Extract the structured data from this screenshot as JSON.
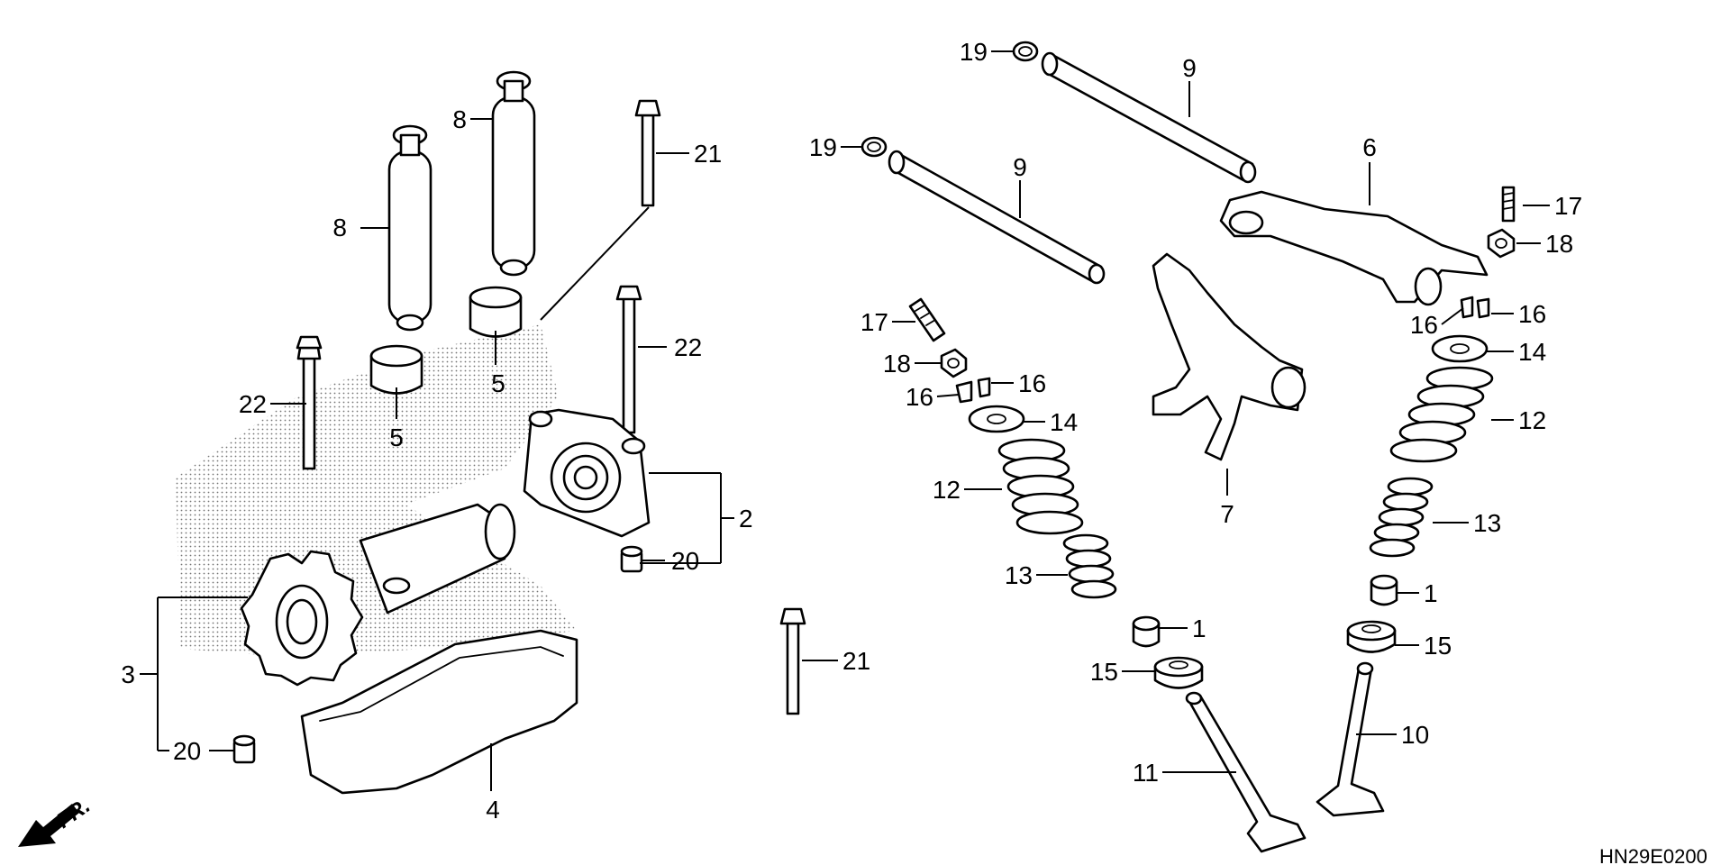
{
  "diagram_code": "HN29E0200",
  "front_marker": "FR.",
  "callouts": {
    "c1a": "1",
    "c1b": "1",
    "c2": "2",
    "c3": "3",
    "c4": "4",
    "c5a": "5",
    "c5b": "5",
    "c6": "6",
    "c7": "7",
    "c8a": "8",
    "c8b": "8",
    "c9a": "9",
    "c9b": "9",
    "c10": "10",
    "c11": "11",
    "c12a": "12",
    "c12b": "12",
    "c13a": "13",
    "c13b": "13",
    "c14a": "14",
    "c14b": "14",
    "c15a": "15",
    "c15b": "15",
    "c16a": "16",
    "c16b": "16",
    "c16c": "16",
    "c16d": "16",
    "c17a": "17",
    "c17b": "17",
    "c18a": "18",
    "c18b": "18",
    "c19a": "19",
    "c19b": "19",
    "c20a": "20",
    "c20b": "20",
    "c21a": "21",
    "c21b": "21",
    "c22a": "22",
    "c22b": "22"
  }
}
